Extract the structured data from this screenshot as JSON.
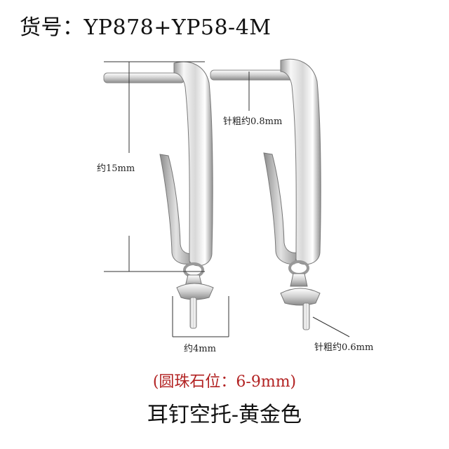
{
  "header": {
    "title": "货号：YP878+YP58-4M"
  },
  "annotations": {
    "height": "约15mm",
    "wire_top": "针粗约0.8mm",
    "cup_diameter": "约4mm",
    "wire_bottom": "针粗约0.6mm"
  },
  "note": {
    "text": "(圆珠石位：6-9mm)",
    "color": "#b22222"
  },
  "caption": {
    "text": "耳钉空托-黄金色"
  },
  "colors": {
    "metal_light": "#f4f4f4",
    "metal_mid": "#c9c9c9",
    "metal_dark": "#8a8a8a",
    "line": "#333333"
  }
}
